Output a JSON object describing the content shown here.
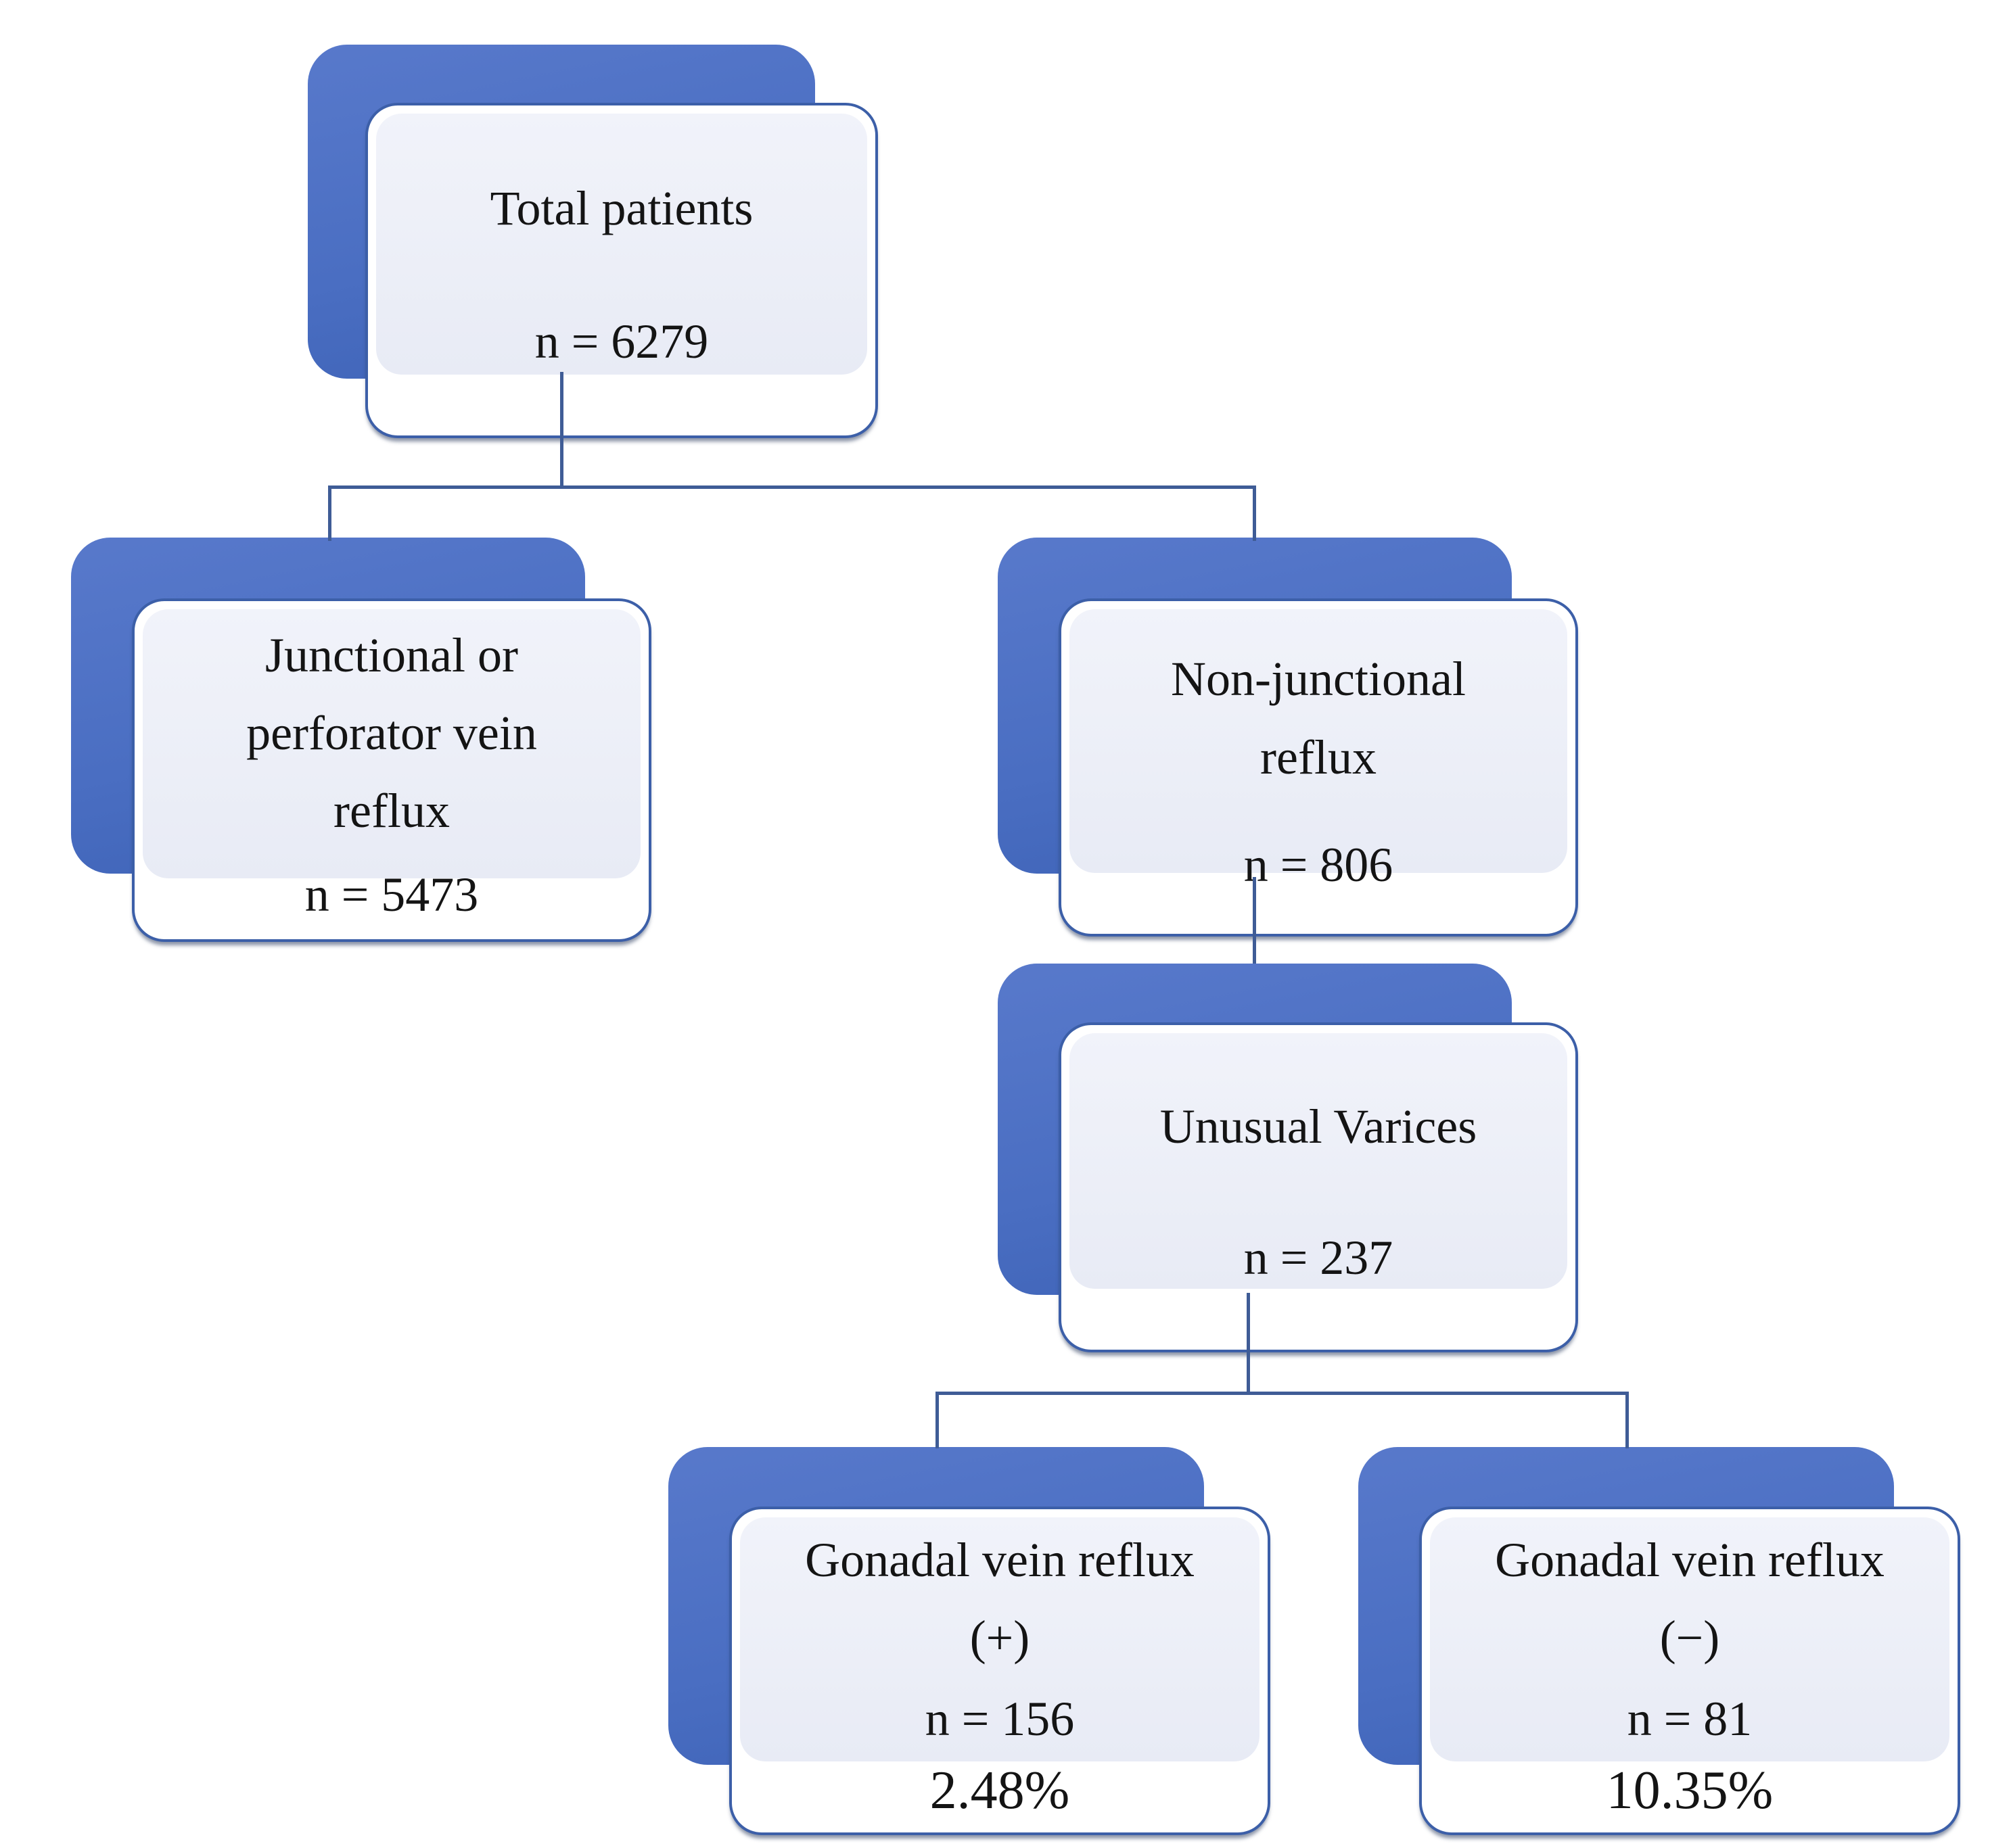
{
  "figure": {
    "type": "patient-flow-diagram",
    "background": "#ffffff",
    "nodes": [
      {
        "id": "total",
        "title": "Total patients",
        "count_label": "n = 6279"
      },
      {
        "id": "junctional",
        "title": "Junctional or\nperforator vein\nreflux",
        "count_label": "n = 5473"
      },
      {
        "id": "non_junctional",
        "title": "Non-junctional\nreflux",
        "count_label": "n = 806"
      },
      {
        "id": "unusual_varices",
        "title": "Unusual Varices",
        "count_label": "n = 237"
      },
      {
        "id": "gonadal_pos",
        "title": "Gonadal vein reflux\n(+)",
        "count_label": "n = 156",
        "percent_label": "2.48%"
      },
      {
        "id": "gonadal_neg",
        "title": "Gonadal vein reflux\n(−)",
        "count_label": "n = 81",
        "percent_label": "10.35%"
      }
    ],
    "edges": [
      [
        "total",
        "junctional"
      ],
      [
        "total",
        "non_junctional"
      ],
      [
        "non_junctional",
        "unusual_varices"
      ],
      [
        "unusual_varices",
        "gonadal_pos"
      ],
      [
        "unusual_varices",
        "gonadal_neg"
      ]
    ],
    "colors": {
      "shadow-top": "#5879cb",
      "shadow-bottom": "#3c61b5",
      "card-border": "#3c5fa8",
      "card-bg": "#ffffff",
      "panel-top": "#f1f3fa",
      "panel-bottom": "#e8ebf5",
      "line": "#3f5c96",
      "text": "#141414"
    }
  }
}
